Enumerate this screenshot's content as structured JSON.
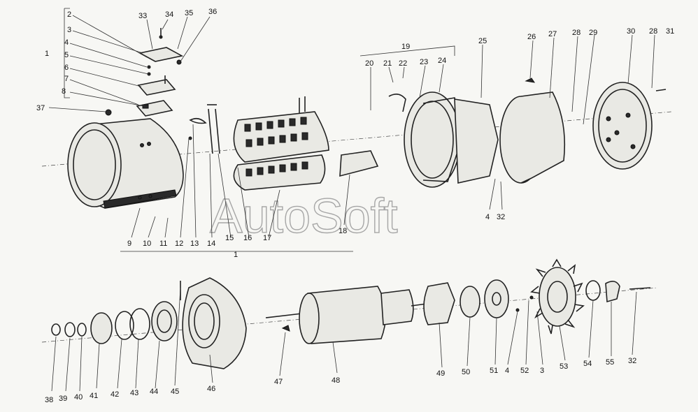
{
  "watermark": "AutoSoft",
  "callouts_top": [
    "1",
    "2",
    "3",
    "4",
    "5",
    "6",
    "7",
    "8",
    "9",
    "10",
    "11",
    "12",
    "13",
    "14",
    "15",
    "16",
    "17",
    "18",
    "19",
    "20",
    "21",
    "22",
    "23",
    "24",
    "25",
    "26",
    "27",
    "28",
    "29",
    "30",
    "28",
    "31",
    "32",
    "33",
    "34",
    "35",
    "36",
    "37",
    "1",
    "4"
  ],
  "callouts_bottom": [
    "38",
    "39",
    "40",
    "41",
    "42",
    "43",
    "44",
    "45",
    "46",
    "47",
    "48",
    "49",
    "50",
    "51",
    "4",
    "52",
    "3",
    "53",
    "54",
    "55",
    "32"
  ]
}
